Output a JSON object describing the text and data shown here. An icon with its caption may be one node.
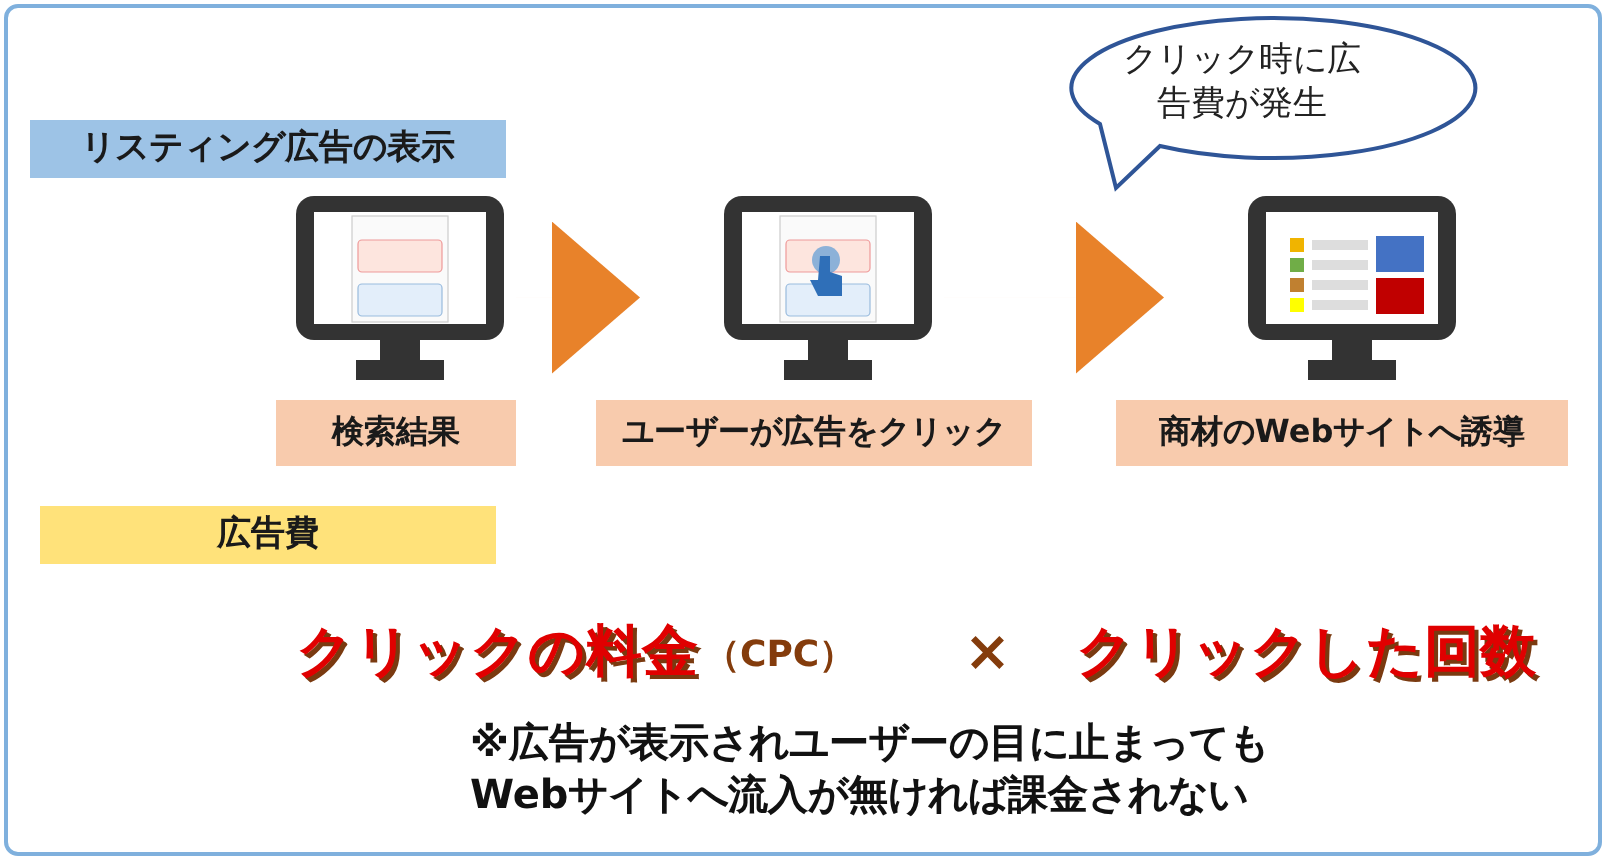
{
  "diagram": {
    "nodes": [
      {
        "text": [
          "リスティング広告の表示"
        ]
      },
      {
        "text": [],
        "shape": "picture"
      },
      {
        "text": [],
        "shape": "picture"
      },
      {
        "text": [
          "クリック時に広告費が発生"
        ]
      },
      {
        "text": [],
        "shape": "picture"
      },
      {
        "text": [
          "検索結果"
        ]
      },
      {
        "text": [
          "ユーザーが広告をクリック"
        ]
      },
      {
        "text": [
          "商材のWebサイトへ誘導"
        ]
      },
      {
        "text": [
          "広告費"
        ]
      }
    ],
    "edges": [
      {
        "from": 1,
        "to": 2,
        "arrow": "to"
      },
      {
        "from": 2,
        "to": 4,
        "arrow": "to"
      }
    ],
    "labels": [
      "クリックの料金",
      "（CPC）",
      "×",
      "クリックした回数",
      "※広告が表示されユーザーの目に止まってもWebサイトへ流入が無ければ課金されない"
    ]
  }
}
